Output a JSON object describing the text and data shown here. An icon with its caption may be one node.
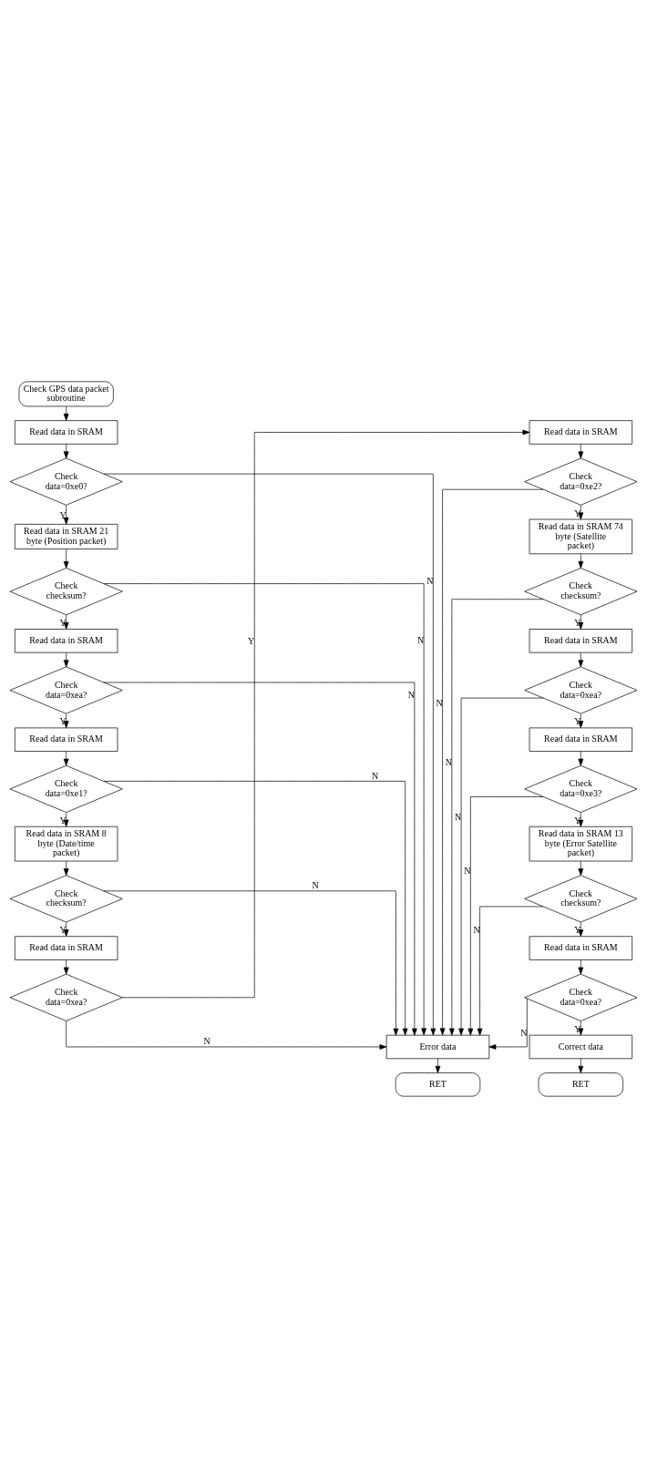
{
  "diagram": {
    "nodes": [
      {
        "text": [
          "Check GPS data packet subroutine"
        ]
      },
      {
        "text": [
          "Read data in SRAM"
        ]
      },
      {
        "text": [
          "Check data=0xe0?"
        ]
      },
      {
        "text": [
          "Read data in SRAM 21 byte (Position packet)"
        ]
      },
      {
        "text": [
          "Check checksum?"
        ]
      },
      {
        "text": [
          "Read data in SRAM"
        ]
      },
      {
        "text": [
          "Check data=0xea?"
        ]
      },
      {
        "text": [
          "Read data in SRAM"
        ]
      },
      {
        "text": [
          "Check data=0xe1?"
        ]
      },
      {
        "text": [
          "Read data in SRAM 8 byte (Date/time packet)"
        ]
      },
      {
        "text": [
          "Check checksum?"
        ]
      },
      {
        "text": [
          "Read data in SRAM"
        ]
      },
      {
        "text": [
          "Check data=0xea?"
        ]
      },
      {
        "text": [
          "Read data in SRAM"
        ]
      },
      {
        "text": [
          "Check data=0xe2?"
        ]
      },
      {
        "text": [
          "Read data in SRAM 74 byte (Satellite packet)"
        ]
      },
      {
        "text": [
          "Check checksum?"
        ]
      },
      {
        "text": [
          "Read data in SRAM"
        ]
      },
      {
        "text": [
          "Check data=0xea?"
        ]
      },
      {
        "text": [
          "Read data in SRAM"
        ]
      },
      {
        "text": [
          "Check data=0xe3?"
        ]
      },
      {
        "text": [
          "Read data in SRAM 13 byte (Error Satellite packet)"
        ]
      },
      {
        "text": [
          "Check checksum?"
        ]
      },
      {
        "text": [
          "Read data in SRAM"
        ]
      },
      {
        "text": [
          "Check data=0xea?"
        ]
      },
      {
        "text": [
          "Correct data"
        ]
      },
      {
        "text": [
          "RET"
        ]
      },
      {
        "text": [
          "Error data"
        ]
      },
      {
        "text": [
          "RET"
        ]
      }
    ],
    "edges": [
      {
        "from": 0,
        "to": 1,
        "arrow": "to"
      },
      {
        "from": 1,
        "to": 2,
        "arrow": "to"
      },
      {
        "from": 2,
        "to": 3,
        "arrow": "to",
        "label": "Y"
      },
      {
        "from": 3,
        "to": 4,
        "arrow": "to"
      },
      {
        "from": 4,
        "to": 5,
        "arrow": "to",
        "label": "Y"
      },
      {
        "from": 5,
        "to": 6,
        "arrow": "to"
      },
      {
        "from": 6,
        "to": 7,
        "arrow": "to",
        "label": "Y"
      },
      {
        "from": 7,
        "to": 8,
        "arrow": "to"
      },
      {
        "from": 8,
        "to": 9,
        "arrow": "to",
        "label": "Y"
      },
      {
        "from": 9,
        "to": 10,
        "arrow": "to"
      },
      {
        "from": 10,
        "to": 11,
        "arrow": "to",
        "label": "Y"
      },
      {
        "from": 11,
        "to": 12,
        "arrow": "to"
      },
      {
        "from": 12,
        "to": 13,
        "arrow": "to",
        "label": "Y"
      },
      {
        "from": 13,
        "to": 14,
        "arrow": "to"
      },
      {
        "from": 14,
        "to": 15,
        "arrow": "to",
        "label": "Y"
      },
      {
        "from": 15,
        "to": 16,
        "arrow": "to"
      },
      {
        "from": 16,
        "to": 17,
        "arrow": "to",
        "label": "Y"
      },
      {
        "from": 17,
        "to": 18,
        "arrow": "to"
      },
      {
        "from": 18,
        "to": 19,
        "arrow": "to",
        "label": "Y"
      },
      {
        "from": 19,
        "to": 20,
        "arrow": "to"
      },
      {
        "from": 20,
        "to": 21,
        "arrow": "to",
        "label": "Y"
      },
      {
        "from": 21,
        "to": 22,
        "arrow": "to"
      },
      {
        "from": 22,
        "to": 23,
        "arrow": "to",
        "label": "Y"
      },
      {
        "from": 23,
        "to": 24,
        "arrow": "to"
      },
      {
        "from": 24,
        "to": 25,
        "arrow": "to",
        "label": "Y"
      },
      {
        "from": 25,
        "to": 26,
        "arrow": "to"
      },
      {
        "from": 2,
        "to": 27,
        "arrow": "to",
        "label": "N"
      },
      {
        "from": 4,
        "to": 27,
        "arrow": "to",
        "label": "N"
      },
      {
        "from": 6,
        "to": 27,
        "arrow": "to",
        "label": "N"
      },
      {
        "from": 8,
        "to": 27,
        "arrow": "to",
        "label": "N"
      },
      {
        "from": 10,
        "to": 27,
        "arrow": "to",
        "label": "N"
      },
      {
        "from": 12,
        "to": 27,
        "arrow": "to",
        "label": "N"
      },
      {
        "from": 14,
        "to": 27,
        "arrow": "to",
        "label": "N"
      },
      {
        "from": 16,
        "to": 27,
        "arrow": "to",
        "label": "N"
      },
      {
        "from": 18,
        "to": 27,
        "arrow": "to",
        "label": "N"
      },
      {
        "from": 20,
        "to": 27,
        "arrow": "to",
        "label": "N"
      },
      {
        "from": 22,
        "to": 27,
        "arrow": "to",
        "label": "N"
      },
      {
        "from": 24,
        "to": 27,
        "arrow": "to",
        "label": "N"
      },
      {
        "from": 27,
        "to": 28,
        "arrow": "to"
      }
    ]
  }
}
